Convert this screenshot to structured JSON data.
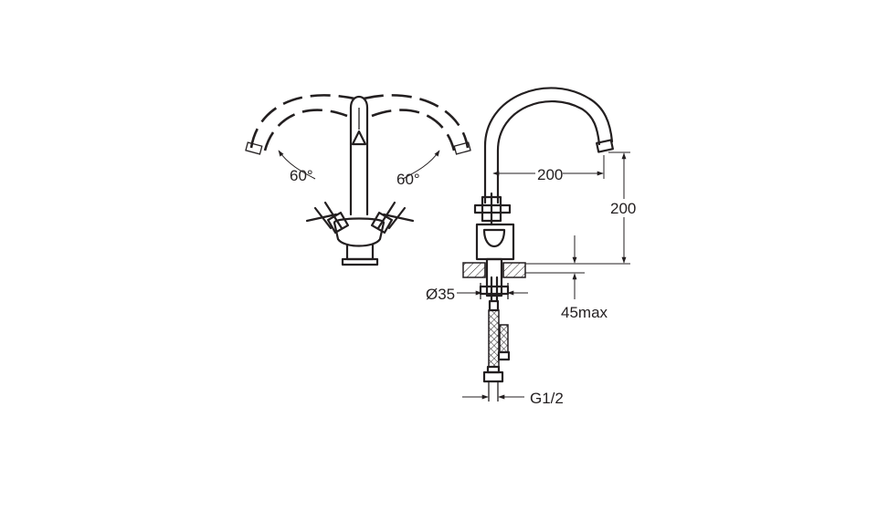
{
  "labels": {
    "angle_left": "60°",
    "angle_right": "60°",
    "spout_reach": "200",
    "spout_height": "200",
    "deck_thickness": "45max",
    "hole_diameter": "Ø35",
    "connection_thread": "G1/2"
  }
}
